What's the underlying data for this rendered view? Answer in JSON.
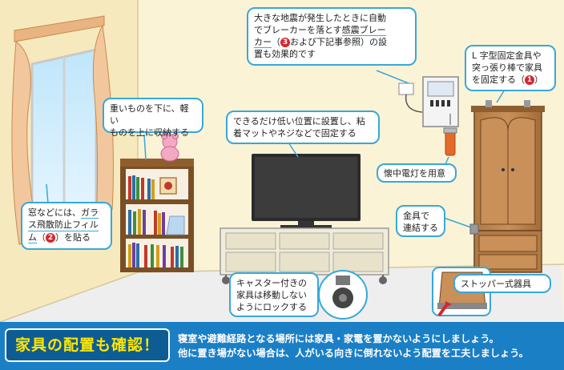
{
  "callouts": {
    "breaker": {
      "line1": "大きな地震が発生したときに自動",
      "line2_pre": "でブレーカーを落とす",
      "line2_u": "感震ブレー",
      "line3_u": "カー",
      "line3_open": "（",
      "line3_num": "3",
      "line3_post": "および下記事参照）の設",
      "line4": "置も効果的です"
    },
    "lbracket": {
      "line1": "L 字型固定金具や",
      "line2": "突っ張り棒で家具",
      "line3_pre": "を固定する（",
      "line3_num": "1",
      "line3_post": "）"
    },
    "heavy": {
      "line1": "重いものを下に、軽い",
      "line2": "ものを上に収納する"
    },
    "lowpos": {
      "line1": "できるだけ低い位置に設置し、粘",
      "line2": "着マットやネジなどで固定する"
    },
    "flashlight": {
      "text": "懐中電灯を用意"
    },
    "metal": {
      "line1": "金具で",
      "line2": "連結する"
    },
    "window": {
      "line1_pre": "窓などには、",
      "line1_u": "ガラ",
      "line2_u": "ス飛散防止フィル",
      "line3_u": "ム",
      "line3_open": "（",
      "line3_num": "2",
      "line3_post": "）を貼る"
    },
    "caster": {
      "line1": "キャスター付きの",
      "line2": "家具は移動しない",
      "line3": "ようにロックする"
    },
    "stopper": {
      "text": "ストッパー式器具"
    }
  },
  "banner": {
    "title": "家具の配置も確認！",
    "line1": "寝室や避難経路となる場所には家具・家電を置かないようにしましょう。",
    "line2": "他に置き場がない場合は、人がいる向きに倒れないよう配置を工夫しましょう。"
  },
  "colors": {
    "wall": "#fbf3d6",
    "floor": "#eeeeee",
    "accent": "#39a7d9",
    "banner": "#1b7fc6",
    "banner_title_text": "#ffe600",
    "badge": "#d8262f",
    "wood": "#8a5a2b"
  }
}
